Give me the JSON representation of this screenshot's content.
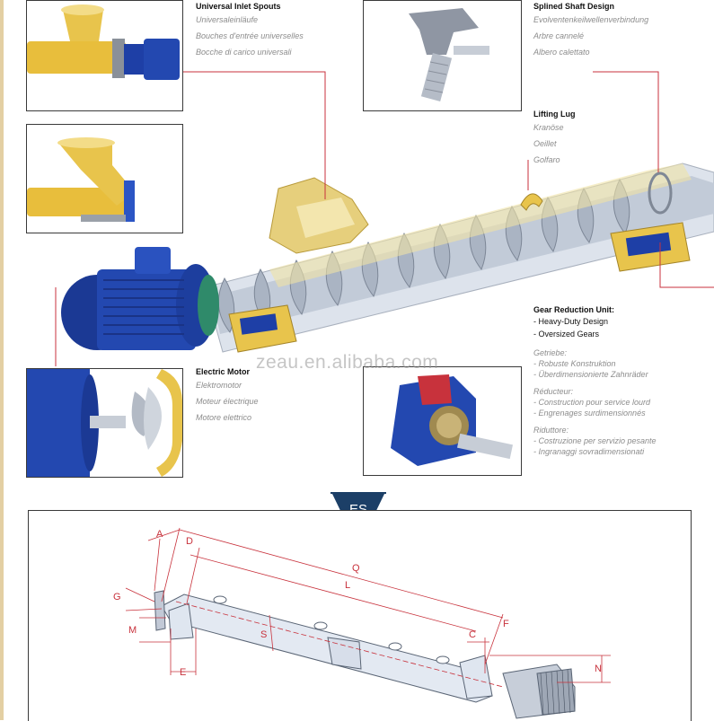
{
  "watermark": "zeau.en.alibaba.com",
  "labels": {
    "inlet": {
      "title": "Universal Inlet Spouts",
      "lines": [
        "Universaleinläufe",
        "Bouches d'entrée universelles",
        "Bocche di carico universali"
      ]
    },
    "shaft": {
      "title": "Splined Shaft Design",
      "lines": [
        "Evolventenkeilwellenverbindung",
        "Arbre cannelé",
        "Albero calettato"
      ]
    },
    "lug": {
      "title": "Lifting Lug",
      "lines": [
        "Kranöse",
        "Oeillet",
        "Golfaro"
      ]
    },
    "motor": {
      "title": "Electric Motor",
      "lines": [
        "Elektromotor",
        "Moteur électrique",
        "Motore elettrico"
      ]
    },
    "gear": {
      "title": "Gear Reduction Unit:",
      "bullets": [
        "- Heavy-Duty Design",
        "- Oversized Gears"
      ],
      "de_title": "Getriebe:",
      "de": [
        "- Robuste Konstruktion",
        "- Überdimensionierte Zahnräder"
      ],
      "fr_title": "Réducteur:",
      "fr": [
        "- Construction pour service lourd",
        "- Engrenages surdimensionnés"
      ],
      "it_title": "Riduttore:",
      "it": [
        "- Costruzione per servizio pesante",
        "- Ingranaggi sovradimensionati"
      ]
    }
  },
  "badge": "ES",
  "dimensions": [
    "A",
    "D",
    "Q",
    "L",
    "G",
    "M",
    "E",
    "S",
    "C",
    "F",
    "N"
  ],
  "colors": {
    "yellow": "#e8c44c",
    "motor_blue": "#1e3fa6",
    "tube": "#e9edf4",
    "dim_red": "#c8323c",
    "badge": "#1c3f67"
  }
}
